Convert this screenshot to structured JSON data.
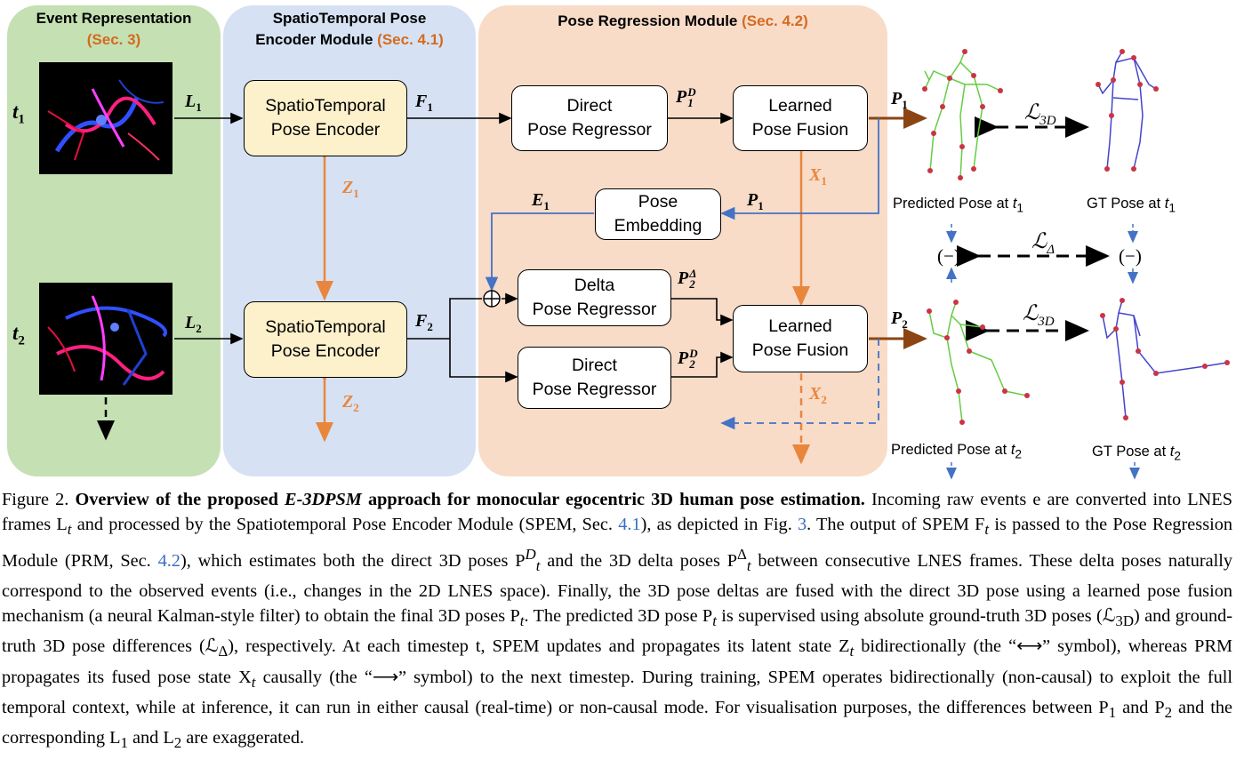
{
  "panels": {
    "event": {
      "title": "Event Representation",
      "sec": "(Sec. 3)"
    },
    "spem": {
      "title_line1": "SpatioTemporal Pose",
      "title_line2": "Encoder Module",
      "sec": "(Sec. 4.1)"
    },
    "prm": {
      "title": "Pose Regression Module",
      "sec": "(Sec. 4.2)"
    }
  },
  "timesteps": {
    "t1": "t",
    "t1_sub": "1",
    "t2": "t",
    "t2_sub": "2"
  },
  "blocks": {
    "encoder1": {
      "line1": "SpatioTemporal",
      "line2": "Pose Encoder"
    },
    "encoder2": {
      "line1": "SpatioTemporal",
      "line2": "Pose Encoder"
    },
    "direct1": {
      "line1": "Direct",
      "line2": "Pose Regressor"
    },
    "fusion1": {
      "line1": "Learned",
      "line2": "Pose Fusion"
    },
    "embedding": {
      "line1": "Pose",
      "line2": "Embedding"
    },
    "delta2": {
      "line1": "Delta",
      "line2": "Pose Regressor"
    },
    "direct2": {
      "line1": "Direct",
      "line2": "Pose Regressor"
    },
    "fusion2": {
      "line1": "Learned",
      "line2": "Pose Fusion"
    }
  },
  "labels": {
    "L": "L",
    "F": "F",
    "Z": "Z",
    "P": "P",
    "E": "E",
    "X": "X",
    "one": "1",
    "two": "2",
    "D": "D",
    "Delta": "Δ",
    "oplus": "⊕"
  },
  "poses": {
    "pred1": "Predicted Pose at ",
    "gt1": "GT Pose at ",
    "pred2": "Predicted Pose at ",
    "gt2": "GT Pose at ",
    "t": "t"
  },
  "losses": {
    "L": "ℒ",
    "sub3d": "3D",
    "subdelta": "Δ",
    "minus": "(−)"
  },
  "colors": {
    "event_panel": "#c5e0b3",
    "spem_panel": "#d6e2f3",
    "prm_panel": "#f8dcc8",
    "encoder_fill": "#fdf1cc",
    "orange": "#e9863e",
    "brown": "#8b4513",
    "blue": "#4472c4",
    "pred_skeleton": "#66cc44",
    "gt_skeleton": "#4444cc",
    "joint": "#cc3344"
  },
  "caption": {
    "fig": "Figure 2. ",
    "title_a": "Overview of the proposed ",
    "title_b": "E-3DPSM",
    "title_c": " approach for monocular egocentric 3D human pose estimation.",
    "s1": " Incoming raw events e are converted into LNES frames L",
    "s1b": " and processed by the Spatiotemporal Pose Encoder Module (SPEM, Sec. ",
    "ref41a": "4.1",
    "s2": "), as depicted in Fig. ",
    "ref3": "3",
    "s3": ". The output of SPEM F",
    "s3b": " is passed to the Pose Regression Module (PRM, Sec. ",
    "ref42": "4.2",
    "s4": "), which estimates both the direct 3D poses P",
    "s4b": " and the 3D delta poses P",
    "s5": " between consecutive LNES frames. These delta poses naturally correspond to the observed events (i.e., changes in the 2D LNES space). Finally, the 3D pose deltas are fused with the direct 3D pose using a learned pose fusion mechanism (a neural Kalman-style filter) to obtain the final 3D poses P",
    "s6": ". The predicted 3D pose P",
    "s6b": " is supervised using absolute ground-truth 3D poses (ℒ",
    "s7": ") and ground-truth 3D pose differences (ℒ",
    "s8": "), respectively. At each timestep t, SPEM updates and propagates its latent state Z",
    "s9": " bidirectionally (the “⟷” symbol), whereas PRM propagates its fused pose state X",
    "s10": " causally (the “⟶” symbol) to the next timestep. During training, SPEM operates bidirectionally (non-causal) to exploit the full temporal context, while at inference, it can run in either causal (real-time) or non-causal mode. For visualisation purposes, the differences between P",
    "s11": " and P",
    "s12": " and the corresponding L",
    "s13": " and L",
    "s14": " are exaggerated.",
    "sub_t": "t",
    "sub_1": "1",
    "sub_2": "2",
    "sup_D": "D",
    "sup_Delta": "Δ",
    "sub_3D": "3D"
  }
}
